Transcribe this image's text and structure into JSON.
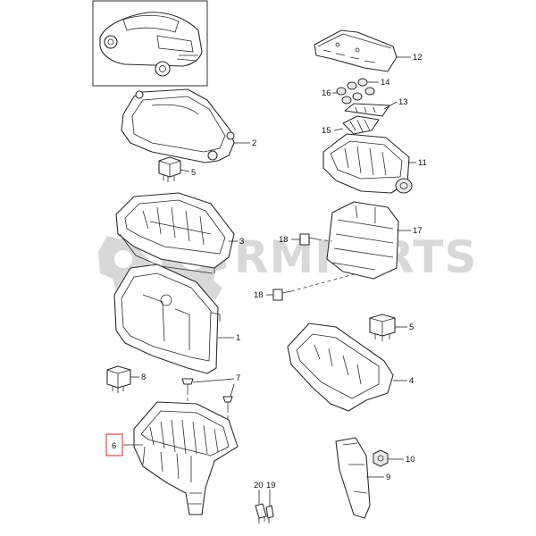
{
  "watermark": {
    "text": "RMPARTS"
  },
  "callouts": [
    {
      "id": "12",
      "label": "12"
    },
    {
      "id": "16",
      "label": "16"
    },
    {
      "id": "14",
      "label": "14"
    },
    {
      "id": "13",
      "label": "13"
    },
    {
      "id": "15",
      "label": "15"
    },
    {
      "id": "11",
      "label": "11"
    },
    {
      "id": "2",
      "label": "2"
    },
    {
      "id": "5a",
      "label": "5"
    },
    {
      "id": "3",
      "label": "3"
    },
    {
      "id": "17",
      "label": "17"
    },
    {
      "id": "18a",
      "label": "18"
    },
    {
      "id": "18b",
      "label": "18"
    },
    {
      "id": "1",
      "label": "1"
    },
    {
      "id": "5b",
      "label": "5"
    },
    {
      "id": "4",
      "label": "4"
    },
    {
      "id": "8",
      "label": "8"
    },
    {
      "id": "7",
      "label": "7"
    },
    {
      "id": "6",
      "label": "6"
    },
    {
      "id": "10",
      "label": "10"
    },
    {
      "id": "9",
      "label": "9"
    },
    {
      "id": "20",
      "label": "20"
    },
    {
      "id": "19",
      "label": "19"
    }
  ],
  "colors": {
    "line": "#2a2a2a",
    "highlight_box": "#cc2b2b",
    "watermark": "#b9b9b9"
  }
}
